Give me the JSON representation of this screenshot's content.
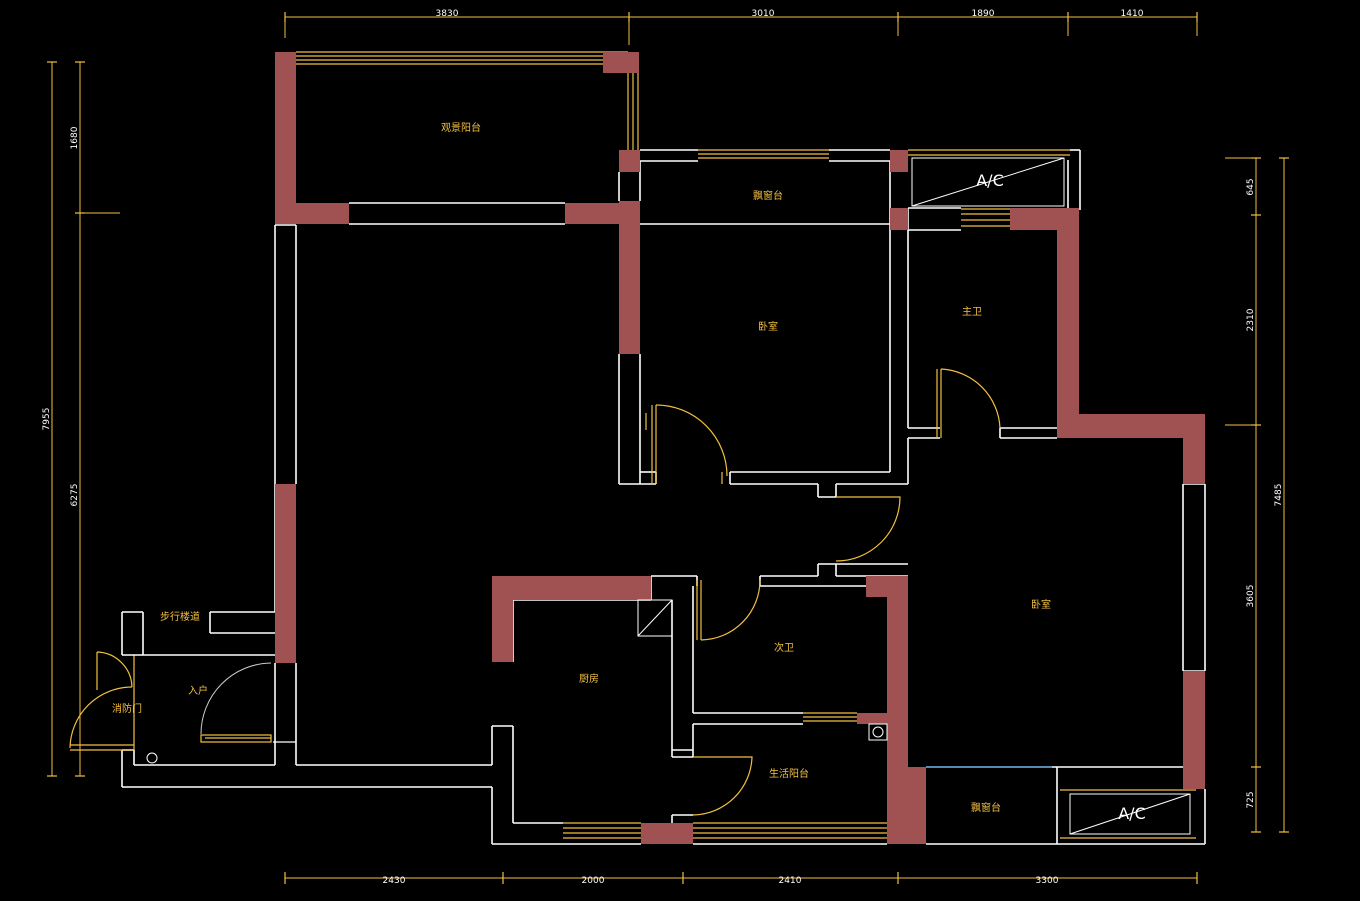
{
  "rooms": {
    "view_balcony": "观景阳台",
    "bay_window_top": "飘窗台",
    "bedroom_top": "卧室",
    "master_bath": "主卫",
    "bedroom_right": "卧室",
    "second_bath": "次卫",
    "kitchen": "厨房",
    "living_balcony": "生活阳台",
    "bay_window_bottom": "飘窗台",
    "entry": "入户",
    "garden_path": "步行楼道",
    "fire_door": "消防门"
  },
  "ac_label": "A/C",
  "dimensions": {
    "top": [
      "3830",
      "3010",
      "1890",
      "1410"
    ],
    "bottom": [
      "2430",
      "2000",
      "2410",
      "3300"
    ],
    "left_outer": "7955",
    "left_inner": [
      "1680",
      "6275"
    ],
    "right_inner": [
      "645",
      "2310",
      "3605",
      "725"
    ],
    "right_outer": "7485"
  },
  "colors": {
    "wall_fill": "#a05252",
    "wall_line": "#ffffff",
    "window": "#f2c040",
    "background": "#000000"
  }
}
